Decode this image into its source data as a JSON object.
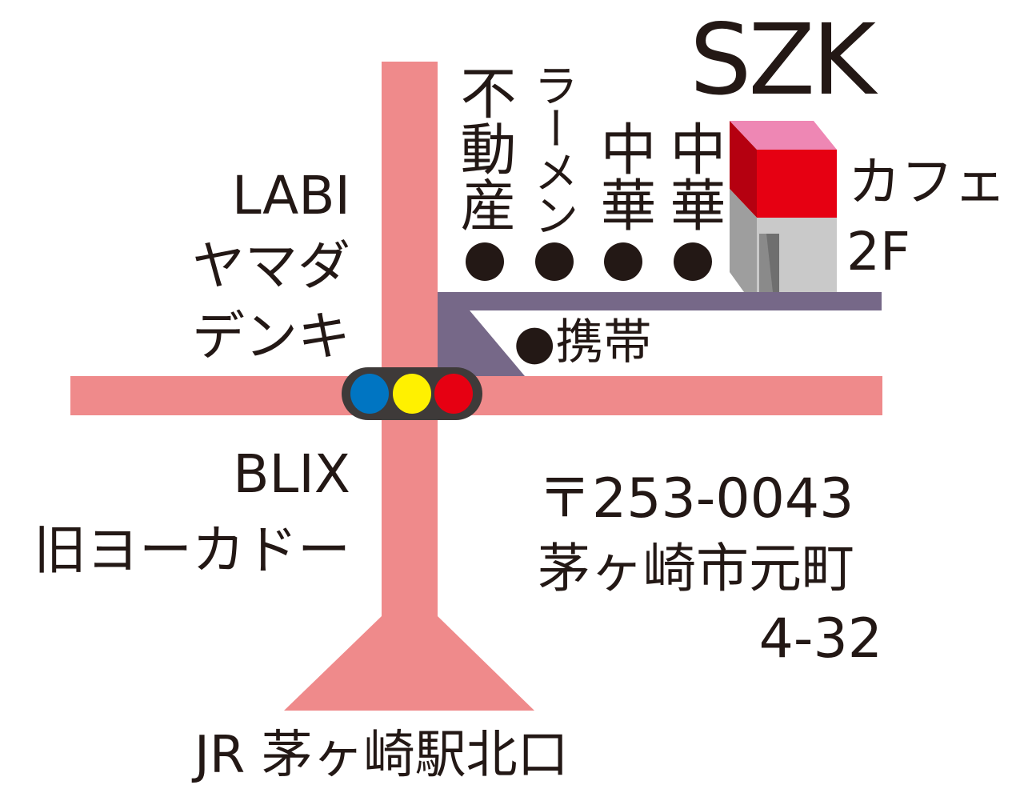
{
  "title": "SZK",
  "colors": {
    "main_road": "#ef8a8b",
    "side_road": "#766888",
    "signal_body": "#3e3a39",
    "signal_blue": "#0075c2",
    "signal_yellow": "#fff100",
    "signal_red": "#e60012",
    "building_roof": "#ee87b4",
    "building_red": "#e60012",
    "building_red_side": "#b50010",
    "building_gray": "#c9c9c9",
    "building_gray_side": "#9e9e9e",
    "text": "#231815"
  },
  "shops": [
    {
      "label": "不動産"
    },
    {
      "label": "ラーメン"
    },
    {
      "label": "中華"
    },
    {
      "label": "中華"
    }
  ],
  "cafe": {
    "line1": "カフェ",
    "line2": "2F"
  },
  "mobile_shop": {
    "label": "●携帯"
  },
  "landmarks": {
    "labi_line1": "LABI",
    "labi_line2": "ヤマダ",
    "labi_line3": "デンキ",
    "blix_line1": "BLIX",
    "blix_line2": "旧ヨーカドー"
  },
  "address": {
    "postal": "〒253-0043",
    "city": "茅ヶ崎市元町",
    "number": "4-32"
  },
  "station": "JR 茅ヶ崎駅北口"
}
